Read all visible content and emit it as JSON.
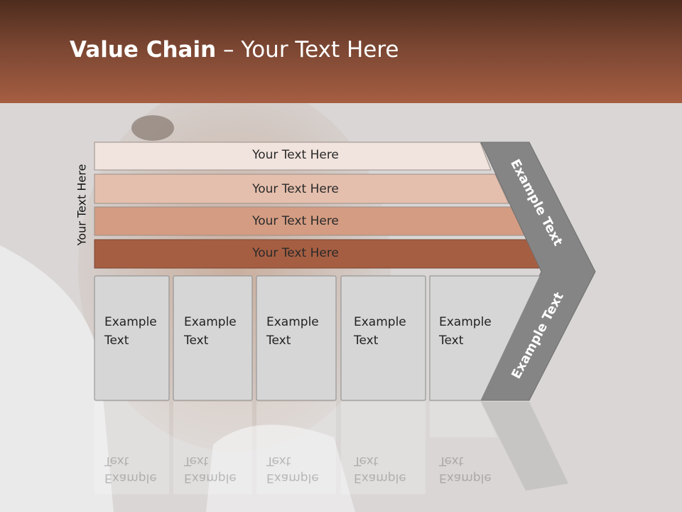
{
  "header": {
    "title_bold": "Value Chain",
    "title_rest": " – Your Text Here"
  },
  "side_label": "Your Text Here",
  "bands": [
    {
      "label": "Your Text Here",
      "color": "#f1e3dd"
    },
    {
      "label": "Your Text Here",
      "color": "#e5bfad"
    },
    {
      "label": "Your Text Here",
      "color": "#d49c82"
    },
    {
      "label": "Your Text Here",
      "color": "#a65e42"
    }
  ],
  "boxes": [
    {
      "line1": "Example",
      "line2": "Text"
    },
    {
      "line1": "Example",
      "line2": "Text"
    },
    {
      "line1": "Example",
      "line2": "Text"
    },
    {
      "line1": "Example",
      "line2": "Text"
    },
    {
      "line1": "Example",
      "line2": "Text"
    }
  ],
  "chevron": {
    "upper_text": "Example Text",
    "lower_text": "Example Text",
    "color": "#858585"
  },
  "colors": {
    "header_dark": "#4e2c1d",
    "header_light": "#a65e42",
    "box_fill": "#d7d6d6"
  }
}
